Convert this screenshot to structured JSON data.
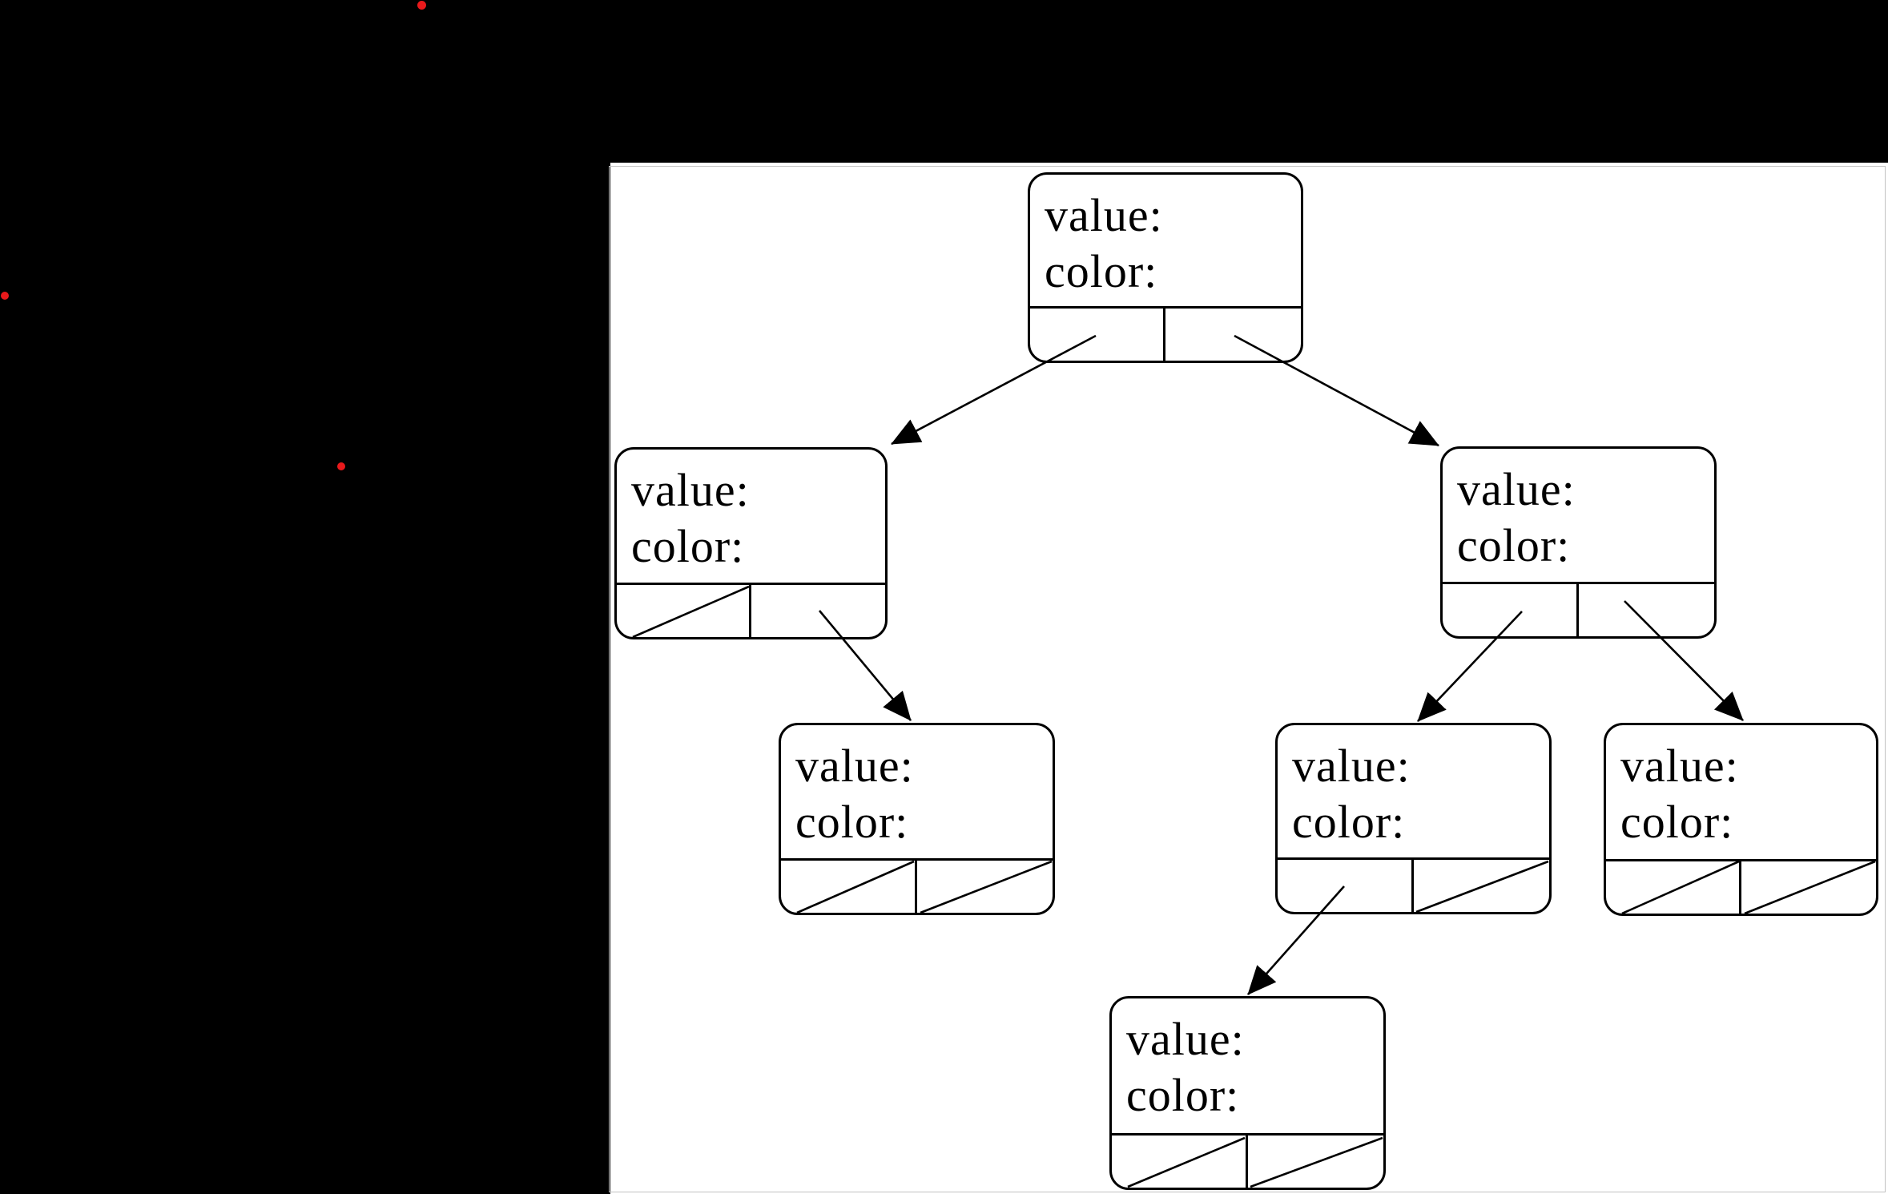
{
  "figure": {
    "type": "binary-tree-node-diagram",
    "description": "Tree of linked node records drawn on a white canvas over a black desktop; each record has value/color fields and two child-pointer cells; slashed cells are null pointers; arrows connect pointer cells to child nodes.",
    "node_count": 7,
    "red_marker_dot_count": 3
  },
  "field_labels": {
    "value": "value:",
    "color": "color:"
  },
  "nodes": [
    {
      "id": "root",
      "value_label": "value:",
      "color_label": "color:",
      "left_pointer": "child",
      "right_pointer": "child"
    },
    {
      "id": "left-child",
      "value_label": "value:",
      "color_label": "color:",
      "left_pointer": "null",
      "right_pointer": "child"
    },
    {
      "id": "right-child",
      "value_label": "value:",
      "color_label": "color:",
      "left_pointer": "child",
      "right_pointer": "child"
    },
    {
      "id": "left-right-grandchild",
      "value_label": "value:",
      "color_label": "color:",
      "left_pointer": "null",
      "right_pointer": "null"
    },
    {
      "id": "right-left-grandchild",
      "value_label": "value:",
      "color_label": "color:",
      "left_pointer": "child",
      "right_pointer": "null"
    },
    {
      "id": "right-right-grandchild",
      "value_label": "value:",
      "color_label": "color:",
      "left_pointer": "null",
      "right_pointer": "null"
    },
    {
      "id": "bottom-node",
      "value_label": "value:",
      "color_label": "color:",
      "left_pointer": "null",
      "right_pointer": "null"
    }
  ],
  "edges": [
    {
      "from": "root",
      "pointer": "left",
      "to": "left-child"
    },
    {
      "from": "root",
      "pointer": "right",
      "to": "right-child"
    },
    {
      "from": "left-child",
      "pointer": "right",
      "to": "left-right-grandchild"
    },
    {
      "from": "right-child",
      "pointer": "left",
      "to": "right-left-grandchild"
    },
    {
      "from": "right-child",
      "pointer": "right",
      "to": "right-right-grandchild"
    },
    {
      "from": "right-left-grandchild",
      "pointer": "left",
      "to": "bottom-node"
    }
  ],
  "colors": {
    "desktop_background": "#000000",
    "canvas_background": "#ffffff",
    "canvas_border": "#c2c2c2",
    "line_color": "#000000",
    "red_marker": "#e8191b"
  }
}
